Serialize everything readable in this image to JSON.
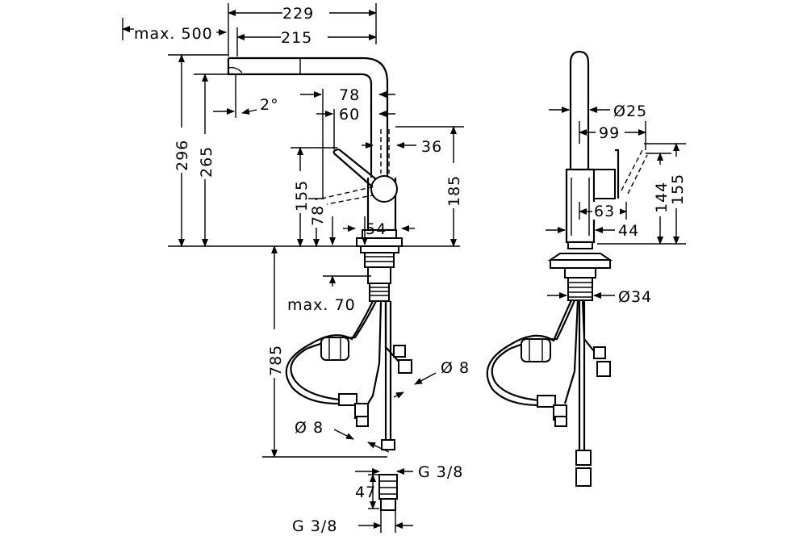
{
  "drawing": {
    "front_view": {
      "dim_spout_reach": "229",
      "dim_spout_reach_inner": "215",
      "dim_pullout": "max. 500",
      "dim_swivel_angle": "2°",
      "dim_handle_78": "78",
      "dim_handle_60": "60",
      "dim_body_36": "36",
      "dim_total_height": "296",
      "dim_outlet_height": "265",
      "dim_handle_height": "155",
      "dim_handle_low": "78",
      "dim_body_height": "185",
      "dim_base": "54",
      "dim_max_70": "max. 70",
      "dim_hose_length": "785",
      "dim_hose_dia_1": "Ø 8",
      "dim_hose_dia_2": "Ø 8",
      "dim_thread_1": "G 3/8",
      "dim_length_47": "47",
      "dim_thread_2": "G 3/8"
    },
    "side_view": {
      "dim_dia_25": "Ø25",
      "dim_99": "99",
      "dim_63": "63",
      "dim_44": "44",
      "dim_144": "144",
      "dim_155": "155",
      "dim_dia_34": "Ø34"
    }
  }
}
